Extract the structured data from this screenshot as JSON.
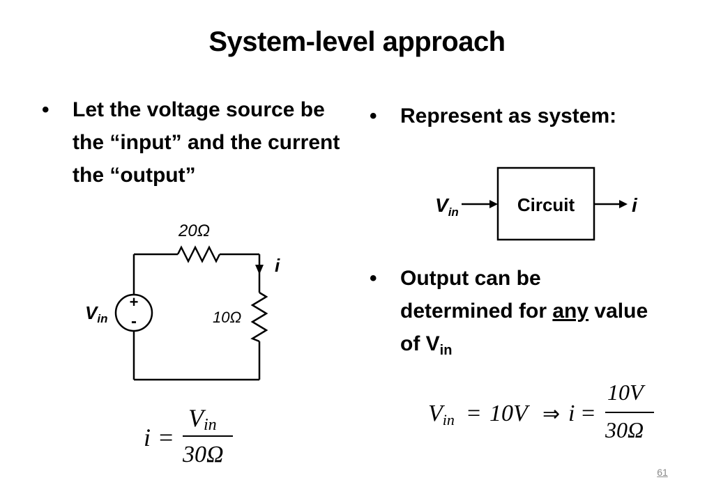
{
  "title": "System-level approach",
  "left_bullet": {
    "text": "Let the voltage source be the “input” and the current the “output”"
  },
  "right_bullets": [
    {
      "text": "Represent as system:"
    },
    {
      "text_before": "Output can be determined for ",
      "emphasis": "any",
      "text_after": " value of V",
      "subscript": "in"
    }
  ],
  "bullet_symbol": "•",
  "circuit": {
    "source_symbol": "V",
    "source_subscript": "in",
    "resistor_top": "20Ω",
    "resistor_right": "10Ω",
    "current_label": "i",
    "plus": "+",
    "minus": "-"
  },
  "block_diagram": {
    "input_symbol": "V",
    "input_subscript": "in",
    "block_label": "Circuit",
    "output_label": "i"
  },
  "equation_left": {
    "lhs": "i",
    "equals": "=",
    "numerator_symbol": "V",
    "numerator_subscript": "in",
    "denominator": "30Ω"
  },
  "equation_right": {
    "lhs_symbol": "V",
    "lhs_subscript": "in",
    "equals": "=",
    "value": "10V",
    "implies": "⇒",
    "result": "i",
    "numerator": "10V",
    "denominator": "30Ω"
  },
  "page_number": "61"
}
